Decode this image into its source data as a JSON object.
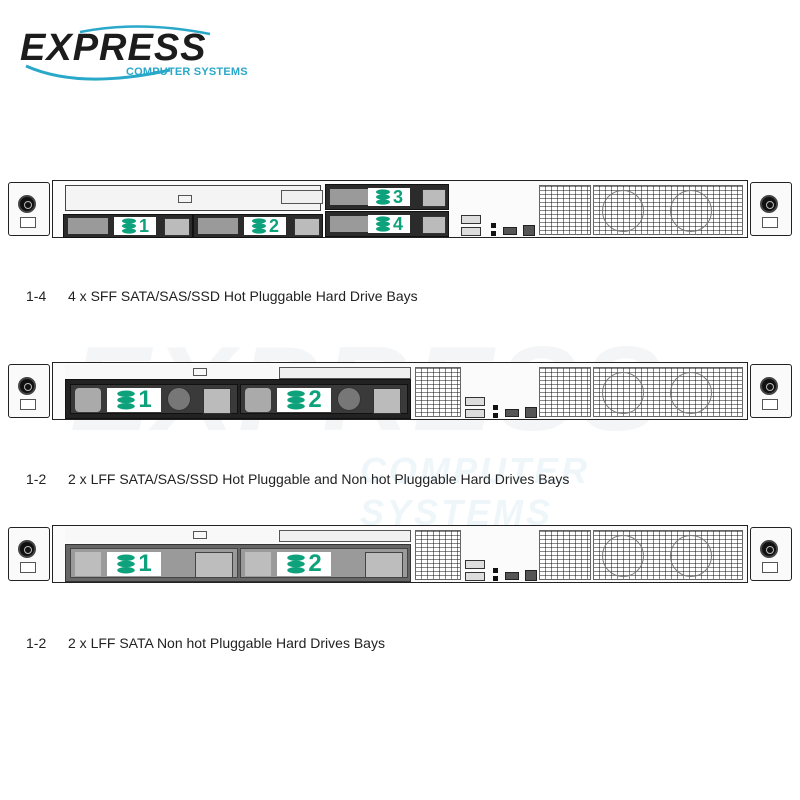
{
  "brand": {
    "name": "EXPRESS",
    "subtitle": "COMPUTER SYSTEMS",
    "accent_color": "#2aa8c9",
    "text_color": "#1c1c1c"
  },
  "watermark": {
    "name": "EXPRESS",
    "subtitle": "COMPUTER SYSTEMS"
  },
  "configurations": [
    {
      "bays": [
        "1",
        "2",
        "3",
        "4"
      ],
      "caption_range": "1-4",
      "caption_text": "4 x SFF SATA/SAS/SSD Hot Pluggable Hard Drive Bays"
    },
    {
      "bays": [
        "1",
        "2"
      ],
      "caption_range": "1-2",
      "caption_text": "2 x LFF SATA/SAS/SSD Hot Pluggable and Non hot Pluggable Hard Drives Bays"
    },
    {
      "bays": [
        "1",
        "2"
      ],
      "caption_range": "1-2",
      "caption_text": "2 x LFF SATA Non hot Pluggable Hard Drives Bays"
    }
  ],
  "colors": {
    "bay_number": "#0da27b",
    "chassis_outline": "#222222"
  }
}
